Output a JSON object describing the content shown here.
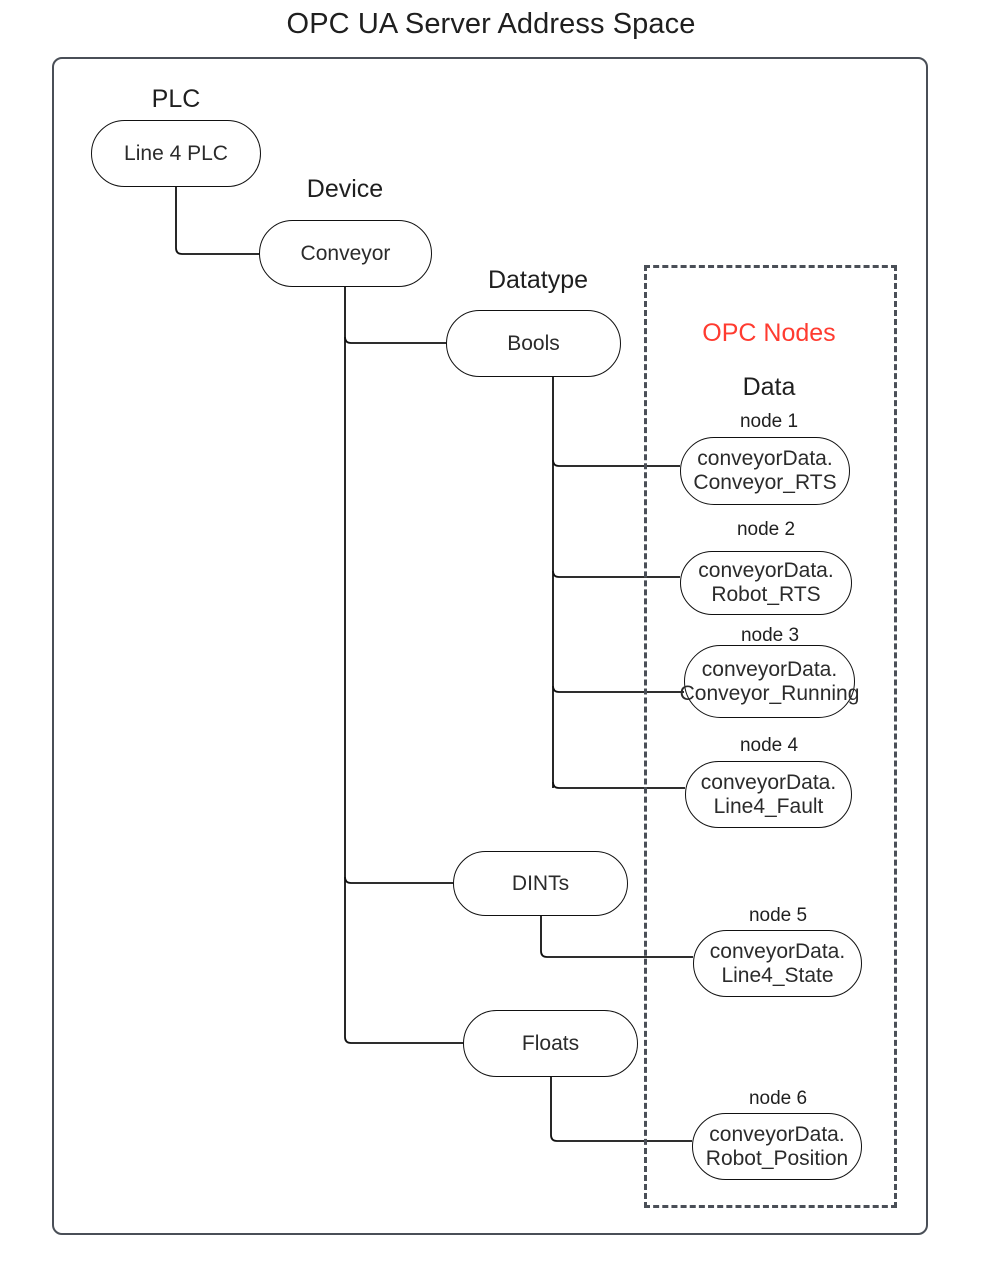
{
  "title": "OPC UA Server Address Space",
  "colors": {
    "frame_stroke": "#4a4f57",
    "node_stroke": "#111111",
    "text": "#2b2b2b",
    "opc_nodes_accent": "#ff3b30",
    "background": "#ffffff"
  },
  "group_labels": {
    "plc": "PLC",
    "device": "Device",
    "datatype": "Datatype",
    "opc_nodes": "OPC Nodes",
    "data": "Data"
  },
  "nodes": {
    "plc": {
      "label": "Line 4 PLC"
    },
    "device": {
      "label": "Conveyor"
    },
    "bools": {
      "label": "Bools"
    },
    "dints": {
      "label": "DINTs"
    },
    "floats": {
      "label": "Floats"
    }
  },
  "opc_node_items": [
    {
      "caption": "node 1",
      "label": "conveyorData.\nConveyor_RTS"
    },
    {
      "caption": "node 2",
      "label": "conveyorData.\nRobot_RTS"
    },
    {
      "caption": "node 3",
      "label": "conveyorData.\nConveyor_Running"
    },
    {
      "caption": "node 4",
      "label": "conveyorData.\nLine4_Fault"
    },
    {
      "caption": "node 5",
      "label": "conveyorData.\nLine4_State"
    },
    {
      "caption": "node 6",
      "label": "conveyorData.\nRobot_Position"
    }
  ]
}
